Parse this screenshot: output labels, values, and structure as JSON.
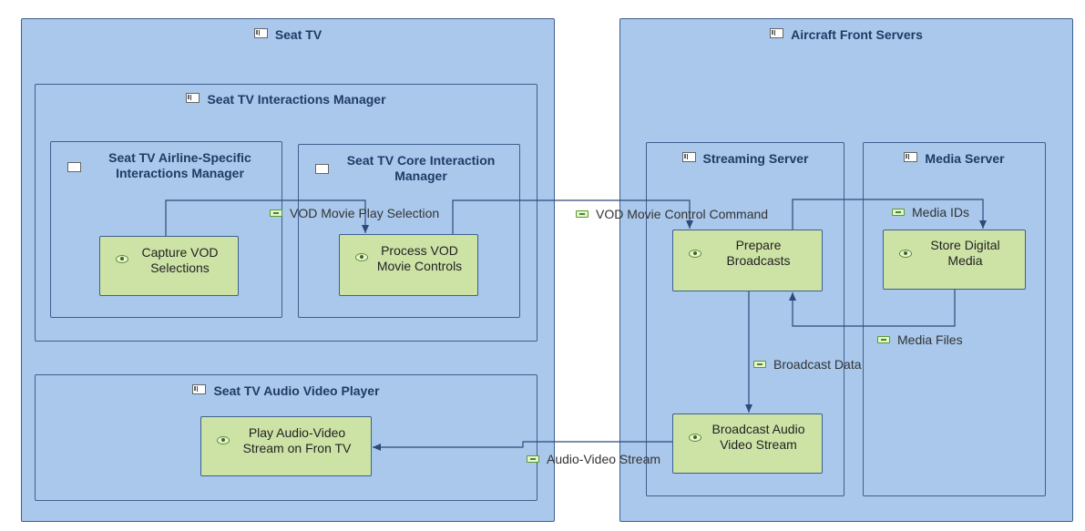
{
  "containers": {
    "seat_tv": "Seat TV",
    "interactions_manager": "Seat TV Interactions Manager",
    "airline_specific_manager": "Seat TV Airline-Specific\nInteractions Manager",
    "core_interaction_manager": "Seat TV Core Interaction\nManager",
    "audio_video_player": "Seat TV Audio Video Player",
    "aircraft_front_servers": "Aircraft Front Servers",
    "streaming_server": "Streaming Server",
    "media_server": "Media Server"
  },
  "functions": {
    "capture_vod": "Capture VOD\nSelections",
    "process_vod": "Process VOD\nMovie Controls",
    "play_av": "Play Audio-Video\nStream on Fron TV",
    "prepare_broadcasts": "Prepare\nBroadcasts",
    "store_media": "Store Digital\nMedia",
    "broadcast_av": "Broadcast Audio\nVideo Stream"
  },
  "flows": {
    "vod_play_selection": "VOD Movie Play Selection",
    "vod_control_command": "VOD Movie Control Command",
    "media_ids": "Media IDs",
    "media_files": "Media Files",
    "broadcast_data": "Broadcast Data",
    "av_stream": "Audio-Video Stream"
  },
  "colors": {
    "container_fill": "#a9c8eb",
    "function_fill": "#cde3a6",
    "border": "#3f5f8e",
    "flow_line": "#2d4a7a"
  }
}
